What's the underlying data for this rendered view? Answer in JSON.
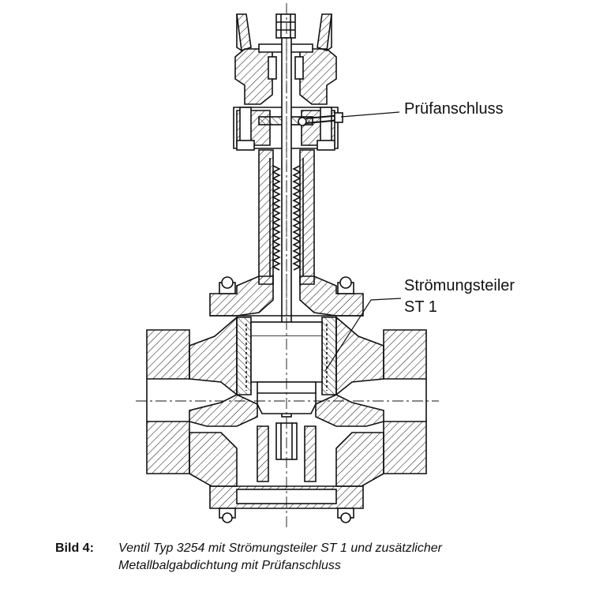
{
  "labels": {
    "pruefanschluss": "Prüfanschluss",
    "stroemungsteiler_line1": "Strömungsteiler",
    "stroemungsteiler_line2": "ST 1"
  },
  "caption": {
    "lead": "Bild 4:",
    "line1": "Ventil Typ 3254 mit Strömungsteiler ST 1 und zusätzlicher",
    "line2": "Metallbalgabdichtung mit Prüfanschluss"
  }
}
